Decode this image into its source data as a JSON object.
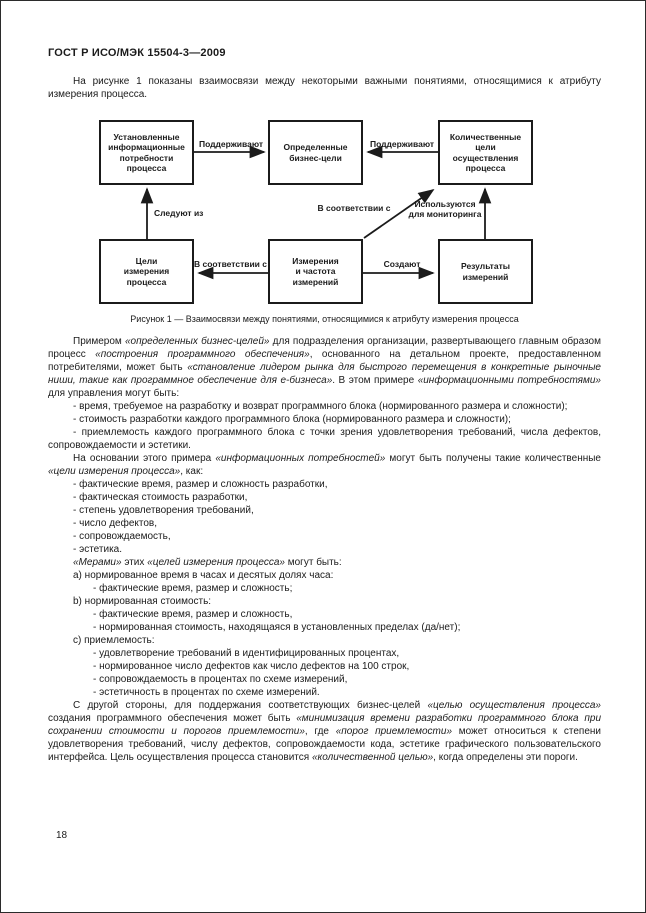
{
  "page": {
    "header": "ГОСТ Р ИСО/МЭК 15504-3—2009",
    "page_number": "18"
  },
  "figure": {
    "caption": "Рисунок 1 — Взаимосвязи между понятиями, относящимися к атрибуту измерения процесса"
  },
  "diagram": {
    "boxes": [
      {
        "label": "Установленные\nинформационные\nпотребности\nпроцесса"
      },
      {
        "label": "Определенные\nбизнес-цели"
      },
      {
        "label": "Количественные\nцели\nосуществления\nпроцесса"
      },
      {
        "label": "Цели\nизмерения\nпроцесса"
      },
      {
        "label": "Измерения\nи частота\nизмерений"
      },
      {
        "label": "Результаты\nизмерений"
      }
    ],
    "edge_labels": [
      {
        "text": "Поддерживают"
      },
      {
        "text": "Поддерживают"
      },
      {
        "text": "Следуют из"
      },
      {
        "text": "В соответствии с"
      },
      {
        "text": "Используются\nдля мониторинга"
      },
      {
        "text": "В соответствии с"
      },
      {
        "text": "Создают"
      }
    ]
  },
  "intro": {
    "paragraphs": [
      {
        "type": "p",
        "runs": [
          {
            "t": "На рисунке 1 показаны взаимосвязи между некоторыми важными понятиями, относящимися к атрибуту измерения процесса."
          }
        ]
      }
    ]
  },
  "body": {
    "paragraphs": [
      {
        "type": "p",
        "runs": [
          {
            "t": "Примером "
          },
          {
            "t": "«определенных бизнес-целей»",
            "i": true
          },
          {
            "t": " для подразделения организации, развертывающего главным образом процесс "
          },
          {
            "t": "«построения программного обеспечения»",
            "i": true
          },
          {
            "t": ", основанного на детальном проекте, предоставленном потребителями, может быть "
          },
          {
            "t": "«становление лидером рынка для быстрого перемещения в конкретные рыночные ниши, такие как программное обеспечение для е-бизнеса»",
            "i": true
          },
          {
            "t": ". В этом примере "
          },
          {
            "t": "«информационными потребностями»",
            "i": true
          },
          {
            "t": " для управления могут быть:"
          }
        ]
      },
      {
        "type": "p",
        "runs": [
          {
            "t": "- время, требуемое на разработку и возврат программного блока (нормированного размера и сложности);"
          }
        ]
      },
      {
        "type": "p",
        "runs": [
          {
            "t": "- стоимость разработки каждого программного блока (нормированного размера и сложности);"
          }
        ]
      },
      {
        "type": "p",
        "runs": [
          {
            "t": "- приемлемость каждого программного блока с точки зрения удовлетворения требований, числа дефектов, сопровождаемости и эстетики."
          }
        ]
      },
      {
        "type": "p",
        "runs": [
          {
            "t": "На основании этого примера "
          },
          {
            "t": "«информационных потребностей»",
            "i": true
          },
          {
            "t": " могут быть получены такие количественные "
          },
          {
            "t": "«цели измерения процесса»",
            "i": true
          },
          {
            "t": ", как:"
          }
        ]
      },
      {
        "type": "p",
        "runs": [
          {
            "t": "- фактические время, размер и сложность разработки,"
          }
        ]
      },
      {
        "type": "p",
        "runs": [
          {
            "t": "- фактическая стоимость разработки,"
          }
        ]
      },
      {
        "type": "p",
        "runs": [
          {
            "t": "- степень удовлетворения требований,"
          }
        ]
      },
      {
        "type": "p",
        "runs": [
          {
            "t": "- число дефектов,"
          }
        ]
      },
      {
        "type": "p",
        "runs": [
          {
            "t": "- сопровождаемость,"
          }
        ]
      },
      {
        "type": "p",
        "runs": [
          {
            "t": "- эстетика."
          }
        ]
      },
      {
        "type": "p",
        "runs": [
          {
            "t": "«Мерами»",
            "i": true
          },
          {
            "t": " этих "
          },
          {
            "t": "«целей измерения процесса»",
            "i": true
          },
          {
            "t": " могут быть:"
          }
        ]
      },
      {
        "type": "p",
        "runs": [
          {
            "t": "а) нормированное время в часах и десятых долях часа:"
          }
        ]
      },
      {
        "type": "sub",
        "runs": [
          {
            "t": "- фактические время, размер и сложность;"
          }
        ]
      },
      {
        "type": "p",
        "runs": [
          {
            "t": "b) нормированная стоимость:"
          }
        ]
      },
      {
        "type": "sub",
        "runs": [
          {
            "t": "- фактические время, размер и сложность,"
          }
        ]
      },
      {
        "type": "sub",
        "runs": [
          {
            "t": "- нормированная стоимость, находящаяся в установленных пределах (да/нет);"
          }
        ]
      },
      {
        "type": "p",
        "runs": [
          {
            "t": "с) приемлемость:"
          }
        ]
      },
      {
        "type": "sub",
        "runs": [
          {
            "t": "- удовлетворение требований в идентифицированных процентах,"
          }
        ]
      },
      {
        "type": "sub",
        "runs": [
          {
            "t": "- нормированное число дефектов как число дефектов на 100 строк,"
          }
        ]
      },
      {
        "type": "sub",
        "runs": [
          {
            "t": "- сопровождаемость в процентах по схеме измерений,"
          }
        ]
      },
      {
        "type": "sub",
        "runs": [
          {
            "t": "- эстетичность в процентах по схеме измерений."
          }
        ]
      },
      {
        "type": "p",
        "runs": [
          {
            "t": "С другой стороны, для поддержания соответствующих бизнес-целей "
          },
          {
            "t": "«целью осуществления процесса»",
            "i": true
          },
          {
            "t": " создания программного обеспечения может быть "
          },
          {
            "t": "«минимизация времени разработки программного блока при сохранении стоимости и порогов приемлемости»",
            "i": true
          },
          {
            "t": ", где "
          },
          {
            "t": "«порог приемлемости»",
            "i": true
          },
          {
            "t": " может относиться к степени удовлетворения требований, числу дефектов, сопровождаемости кода, эстетике графического пользовательского интерфейса. Цель осуществления процесса становится "
          },
          {
            "t": "«количественной целью»",
            "i": true
          },
          {
            "t": ", когда определены эти пороги."
          }
        ]
      }
    ]
  }
}
